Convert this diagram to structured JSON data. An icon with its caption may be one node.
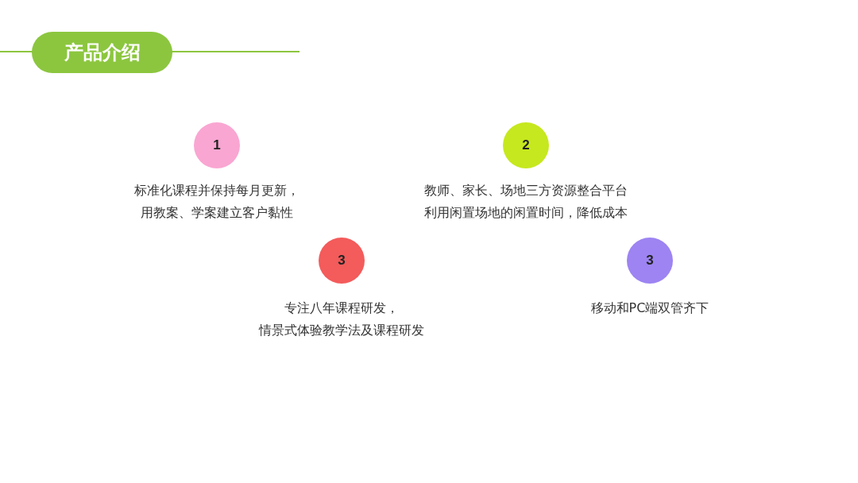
{
  "diagram": {
    "title": "产品介绍",
    "nodes": [
      {
        "text": [
          "1"
        ],
        "beside": [
          "标准化课程并保持每月更新，",
          "用教案、学案建立客户黏性"
        ]
      },
      {
        "text": [
          "2"
        ],
        "beside": [
          "教师、家长、场地三方资源整合平台",
          "利用闲置场地的闲置时间，降低成本"
        ]
      },
      {
        "text": [
          "3"
        ],
        "beside": [
          "专注八年课程研发，",
          "情景式体验教学法及课程研发"
        ]
      },
      {
        "text": [
          "3"
        ],
        "beside": [
          "移动和PC端双管齐下"
        ]
      }
    ]
  }
}
